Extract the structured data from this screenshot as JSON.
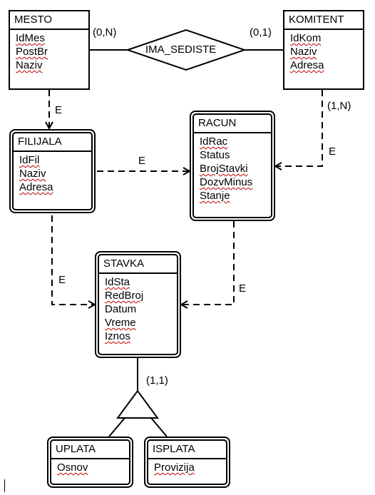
{
  "entities": {
    "mesto": {
      "title": "MESTO",
      "attrs": [
        "IdMes",
        "PostBr",
        "Naziv"
      ]
    },
    "komitent": {
      "title": "KOMITENT",
      "attrs": [
        "IdKom",
        "Naziv",
        "Adresa"
      ]
    },
    "filijala": {
      "title": "FILIJALA",
      "attrs": [
        "IdFil",
        "Naziv",
        "Adresa"
      ]
    },
    "racun": {
      "title": "RACUN",
      "attrs": [
        "IdRac",
        "Status",
        "BrojStavki",
        "DozvMinus",
        "Stanje"
      ]
    },
    "stavka": {
      "title": "STAVKA",
      "attrs": [
        "IdSta",
        "RedBroj",
        "Datum",
        "Vreme",
        "Iznos"
      ]
    },
    "uplata": {
      "title": "UPLATA",
      "attrs": [
        "Osnov"
      ]
    },
    "isplata": {
      "title": "ISPLATA",
      "attrs": [
        "Provizija"
      ]
    }
  },
  "relationship": {
    "name": "IMA_SEDISTE"
  },
  "labels": {
    "card_mesto": "(0,N)",
    "card_komitent": "(0,1)",
    "card_racun_komitent": "(1,N)",
    "card_specialization": "(1,1)",
    "e_mesto_filijala": "E",
    "e_filijala_racun": "E",
    "e_komitent_racun": "E",
    "e_filijala_stavka": "E",
    "e_racun_stavka": "E"
  }
}
